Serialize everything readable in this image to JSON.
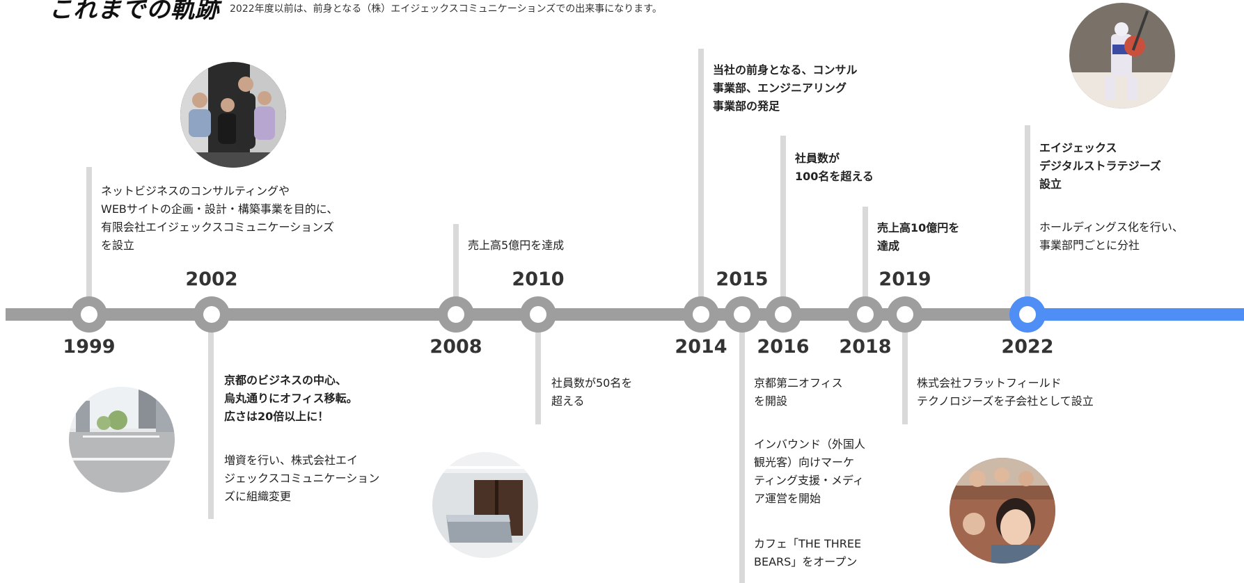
{
  "header": {
    "title": "これまでの軌跡",
    "subtitle": "2022年度以前は、前身となる（株）エイジェックスコミュニケーションズでの出来事になります。"
  },
  "colors": {
    "axis": "#9e9e9e",
    "accent": "#4f8ef5",
    "stem": "#d9d9d9"
  },
  "years": {
    "y1999": "1999",
    "y2002": "2002",
    "y2008": "2008",
    "y2010": "2010",
    "y2014": "2014",
    "y2015": "2015",
    "y2016": "2016",
    "y2018": "2018",
    "y2019": "2019",
    "y2022": "2022"
  },
  "events": {
    "e1999": "ネットビジネスのコンサルティングや\nWEBサイトの企画・設計・構築事業を目的に、\n有限会社エイジェックスコミュニケーションズ\nを設立",
    "e2002_head": "京都のビジネスの中心、\n烏丸通りにオフィス移転。\n広さは20倍以上に！",
    "e2002_body": "増資を行い、株式会社エイ\nジェックスコミュニケーション\nズに組織変更",
    "e2008": "売上高5億円を達成",
    "e2010": "社員数が50名を\n超える",
    "e2014": "当社の前身となる、コンサル\n事業部、エンジニアリング\n事業部の発足",
    "e2015_a": "京都第二オフィス\nを開設",
    "e2015_b": "インバウンド（外国人\n観光客）向けマーケ\nティング支援・メディ\nア運営を開始",
    "e2015_c": "カフェ「THE THREE\nBEARS」をオープン",
    "e2016": "社員数が\n100名を超える",
    "e2018": "売上高10億円を\n達成",
    "e2019": "株式会社フラットフィールド\nテクノロジーズを子会社として設立",
    "e2022_head": "エイジェックス\nデジタルストラテジーズ\n設立",
    "e2022_body": "ホールディングス化を行い、\n事業部門ごとに分社"
  }
}
